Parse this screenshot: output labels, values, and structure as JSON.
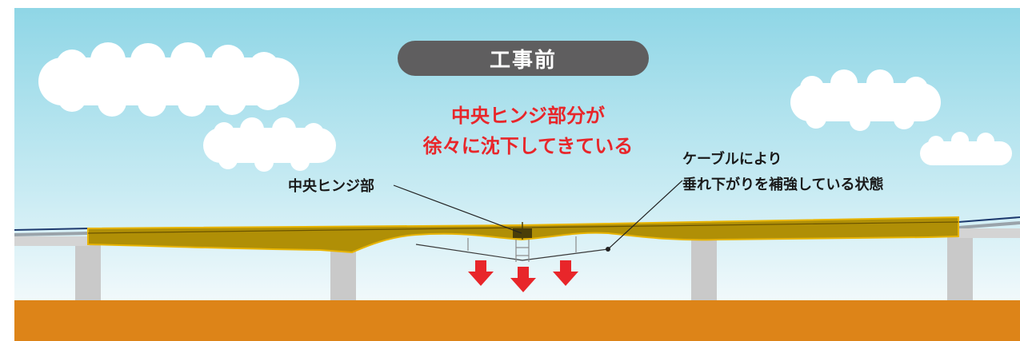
{
  "title": "工事前",
  "red_note": {
    "line1": "中央ヒンジ部分が",
    "line2": "徐々に沈下してきている"
  },
  "labels": {
    "hinge": "中央ヒンジ部",
    "cable_line1": "ケーブルにより",
    "cable_line2": "垂れ下がりを補強している状態"
  },
  "colors": {
    "sky_top": "#8fd6e6",
    "sky_bottom": "#eef8fb",
    "ground": "#dd8418",
    "girder": "#b08f06",
    "girder_edge": "#e8b400",
    "pier": "#c9c9c9",
    "arrow": "#e8262a",
    "title_bg": "#5f5e5f"
  },
  "arrow_count": 3
}
